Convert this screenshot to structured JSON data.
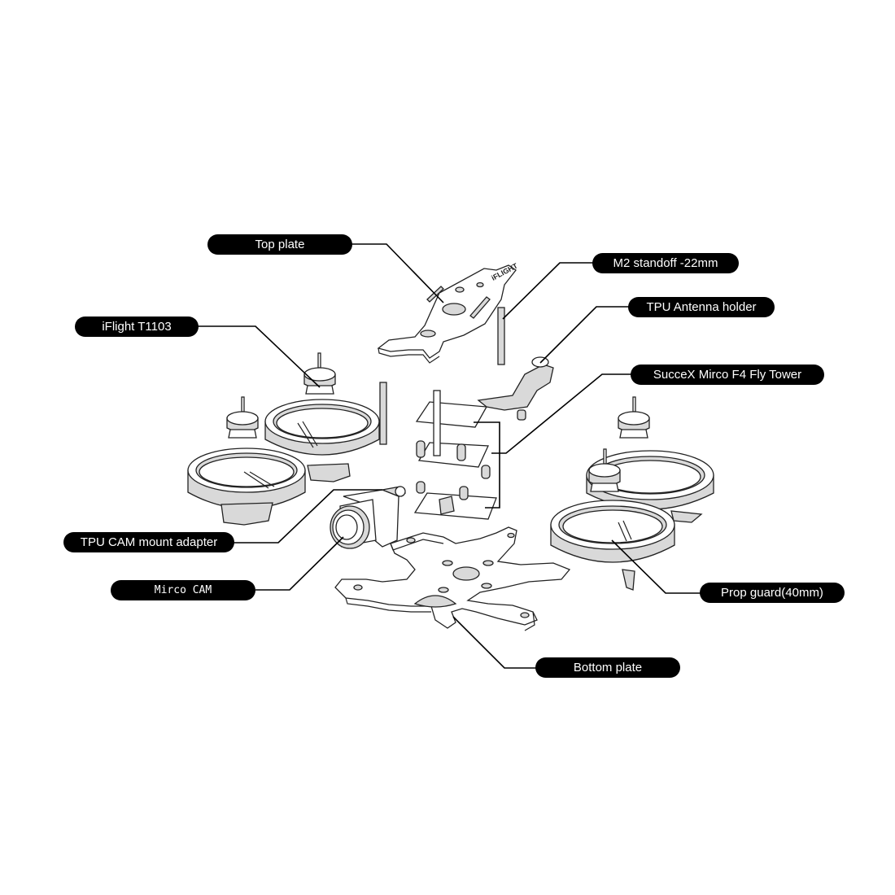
{
  "labels": {
    "top_plate": "Top plate",
    "m2_standoff": "M2 standoff -22mm",
    "tpu_antenna_holder": "TPU Antenna holder",
    "iflight_motor": "iFlight  T1103",
    "fly_tower": "SucceX Mirco F4  Fly Tower",
    "tpu_cam_mount": "TPU CAM mount adapter",
    "micro_cam": "Mirco CAM",
    "prop_guard": "Prop guard(40mm)",
    "bottom_plate": "Bottom plate"
  },
  "top_plate_logo": "iFLIGHT",
  "colors": {
    "label_bg": "#000000",
    "label_text": "#ffffff",
    "line": "#000000",
    "part_fill": "#ffffff",
    "part_shade": "#d9d9d9"
  }
}
